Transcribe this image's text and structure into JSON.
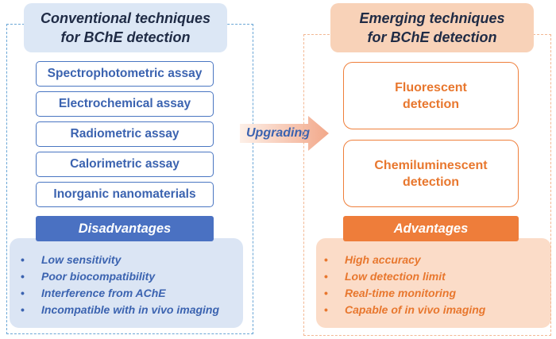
{
  "conventional": {
    "title_line1": "Conventional techniques",
    "title_line2": "for BChE detection",
    "methods": [
      "Spectrophotometric assay",
      "Electrochemical assay",
      "Radiometric assay",
      "Calorimetric assay",
      "Inorganic nanomaterials"
    ],
    "disadvantages_label": "Disadvantages",
    "disadvantages": [
      "Low sensitivity",
      "Poor biocompatibility",
      "Interference from AChE",
      "Incompatible with in vivo imaging"
    ]
  },
  "arrow": {
    "label": "Upgrading"
  },
  "emerging": {
    "title_line1": "Emerging techniques",
    "title_line2": "for BChE detection",
    "techniques": [
      {
        "line1": "Fluorescent",
        "line2": "detection"
      },
      {
        "line1": "Chemiluminescent",
        "line2": "detection"
      }
    ],
    "advantages_label": "Advantages",
    "advantages": [
      "High accuracy",
      "Low detection limit",
      "Real-time monitoring",
      "Capable of in vivo imaging"
    ]
  },
  "colors": {
    "blue_accent": "#4a71c2",
    "blue_light": "#dbe5f4",
    "orange_accent": "#ee7d3a",
    "orange_light": "#fbdcc8"
  }
}
